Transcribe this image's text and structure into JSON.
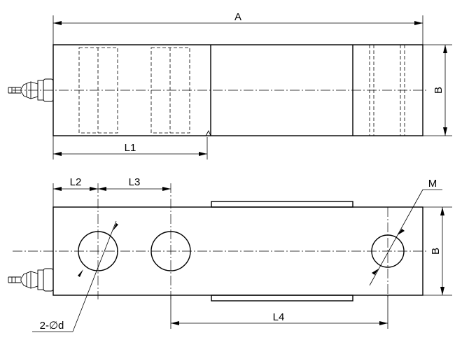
{
  "labels": {
    "dim_a": "A",
    "dim_b_top": "B",
    "dim_l1": "L1",
    "dim_l2": "L2",
    "dim_l3": "L3",
    "dim_m": "M",
    "dim_b_bottom": "B",
    "dim_l4": "L4",
    "hole_callout": "2-∅d"
  },
  "colors": {
    "line": "#000000",
    "background": "#ffffff"
  }
}
